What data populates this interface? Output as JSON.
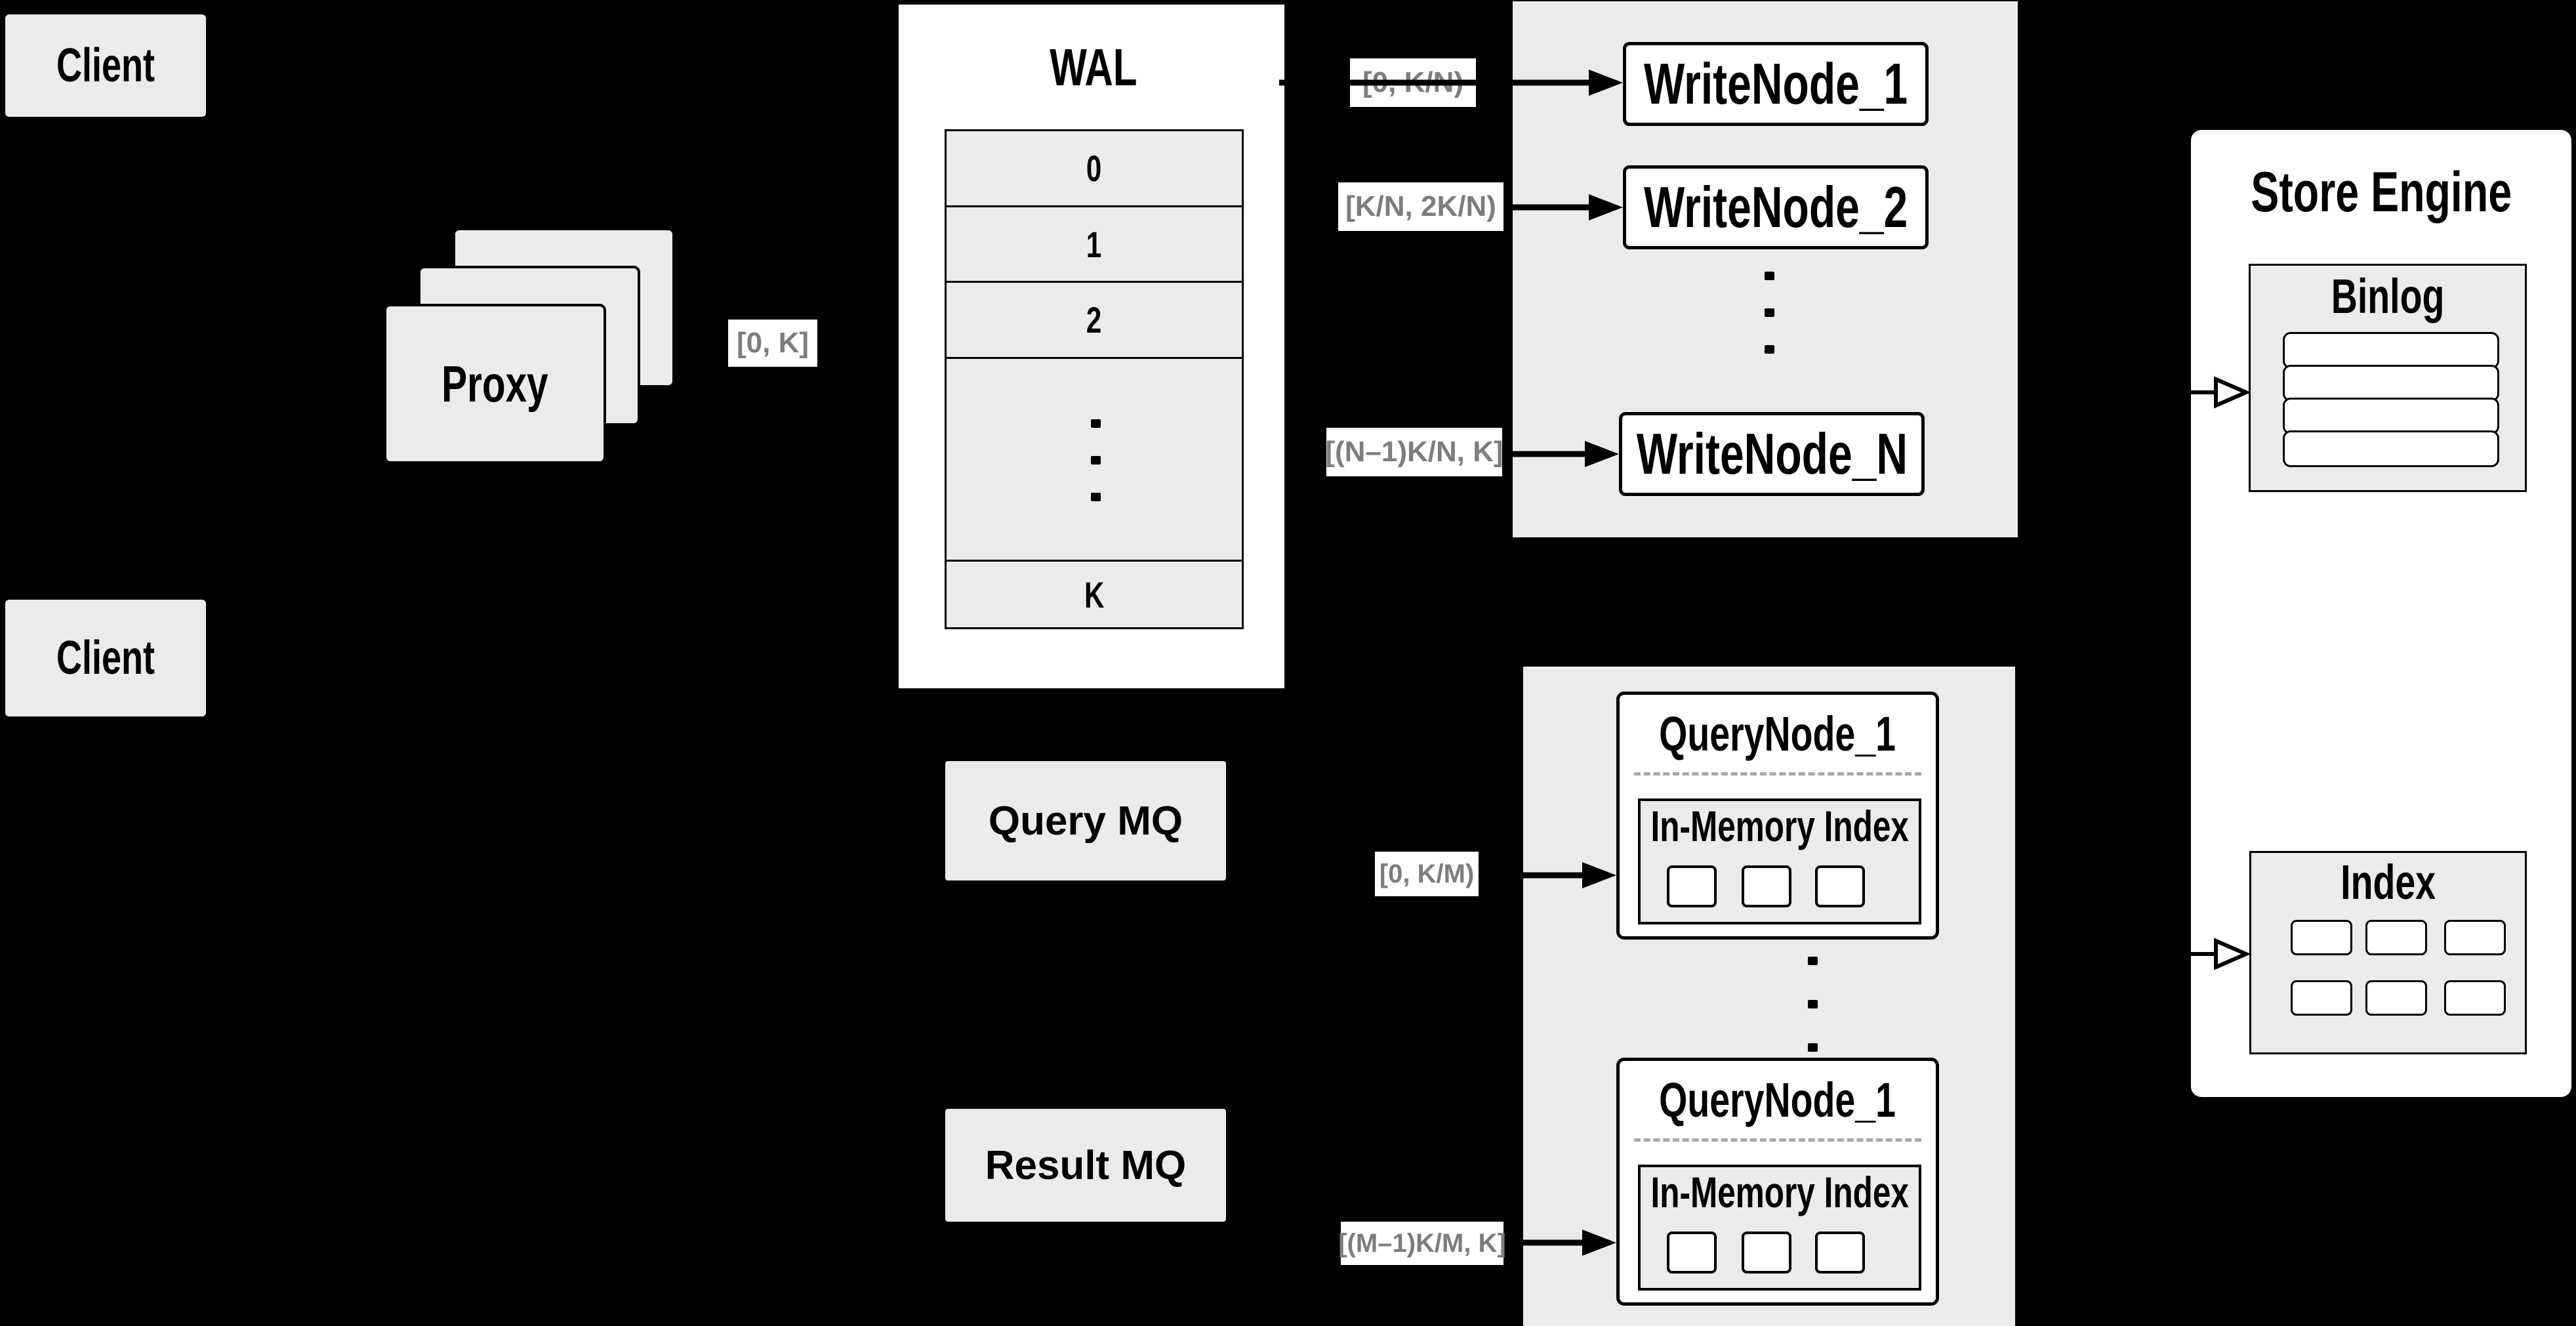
{
  "colors": {
    "background": "#000000",
    "panel_gray": "#ebebeb",
    "box_white": "#ffffff",
    "line_black": "#000000",
    "label_gray_text": "#7d7d7d"
  },
  "clients": {
    "top_label": "Client",
    "bottom_label": "Client"
  },
  "proxy": {
    "label": "Proxy",
    "range_label": "[0, K]"
  },
  "wal": {
    "title": "WAL",
    "segments": [
      "0",
      "1",
      "2",
      "K"
    ]
  },
  "write_group": {
    "nodes": [
      {
        "label": "WriteNode_1",
        "range": "[0,  K/N)"
      },
      {
        "label": "WriteNode_2",
        "range": "[K/N, 2K/N)"
      },
      {
        "label": "WriteNode_N",
        "range": "[(N–1)K/N,  K]"
      }
    ]
  },
  "mq": {
    "query_label": "Query MQ",
    "result_label": "Result MQ"
  },
  "query_group": {
    "nodes": [
      {
        "label": "QueryNode_1",
        "inner_title": "In-Memory Index",
        "range": "[0, K/M)"
      },
      {
        "label": "QueryNode_1",
        "inner_title": "In-Memory Index",
        "range": "[(M–1)K/M, K]"
      }
    ]
  },
  "store_engine": {
    "title": "Store Engine",
    "binlog_title": "Binlog",
    "index_title": "Index"
  }
}
